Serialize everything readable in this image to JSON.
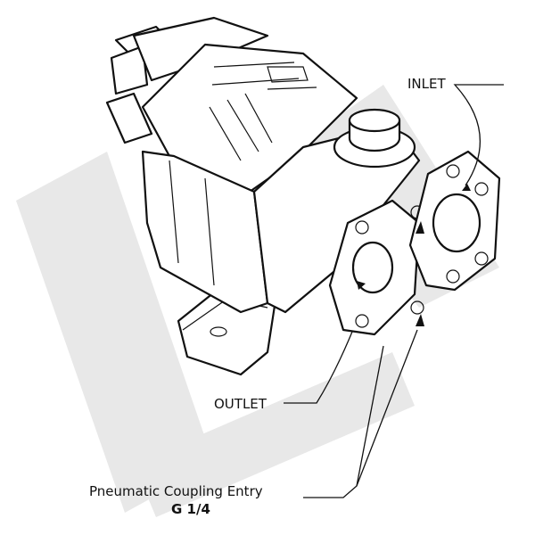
{
  "labels": {
    "inlet": "INLET",
    "outlet": "OUTLET",
    "pneumatic": "Pneumatic Coupling Entry",
    "thread": "G 1/4"
  },
  "watermark": {
    "text": "LW",
    "color": "#e6e6e6"
  },
  "colors": {
    "line": "#111111",
    "fill": "#ffffff"
  }
}
